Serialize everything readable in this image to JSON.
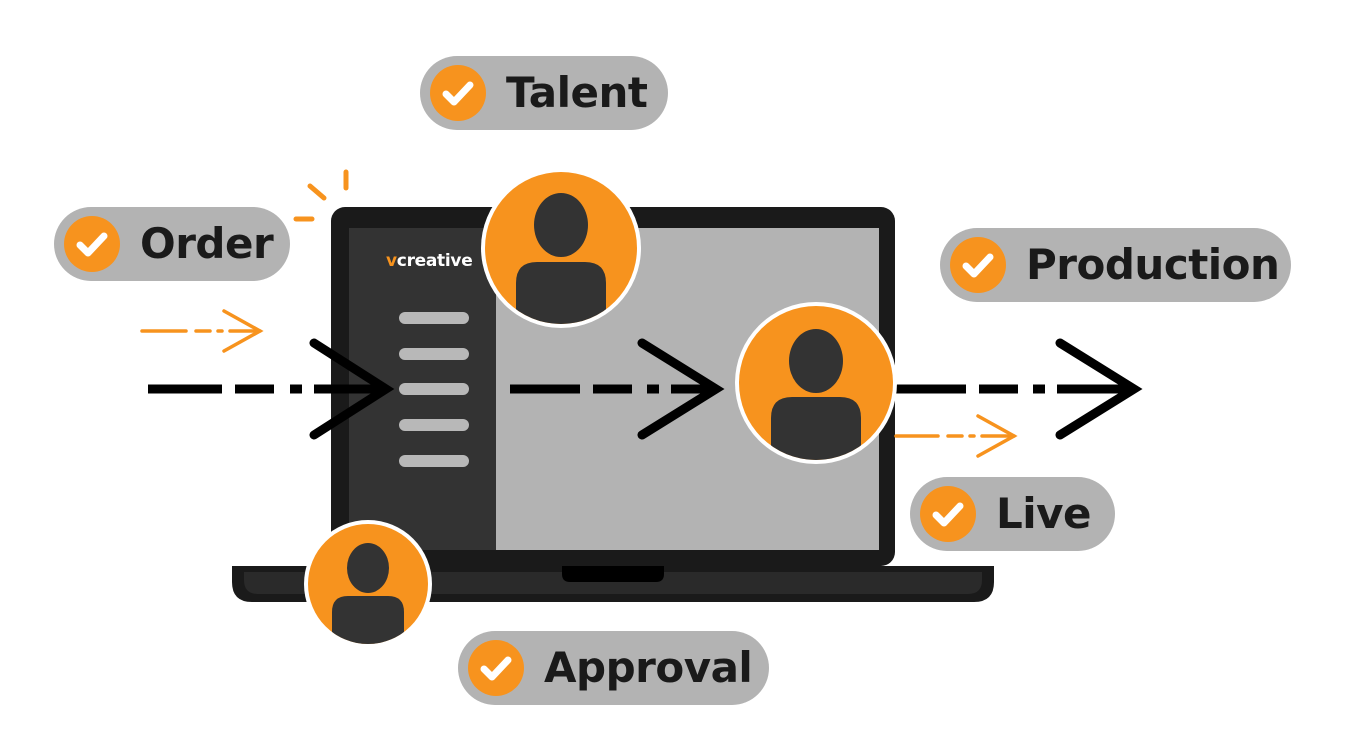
{
  "brand": {
    "prefix": "v",
    "name": "creative"
  },
  "steps": [
    {
      "label": "Order",
      "icon": "check-circle-icon"
    },
    {
      "label": "Talent",
      "icon": "check-circle-icon"
    },
    {
      "label": "Production",
      "icon": "check-circle-icon"
    },
    {
      "label": "Live",
      "icon": "check-circle-icon"
    },
    {
      "label": "Approval",
      "icon": "check-circle-icon"
    }
  ],
  "icons": {
    "person": "person-avatar-icon",
    "check": "check-circle-icon",
    "arrow": "dash-arrow-icon"
  },
  "colors": {
    "accent": "#f7931e",
    "pill": "#b3b3b3",
    "laptop_frame": "#1a1a1a",
    "sidebar": "#333333",
    "screen": "#b3b3b3",
    "arrow": "#000000"
  }
}
